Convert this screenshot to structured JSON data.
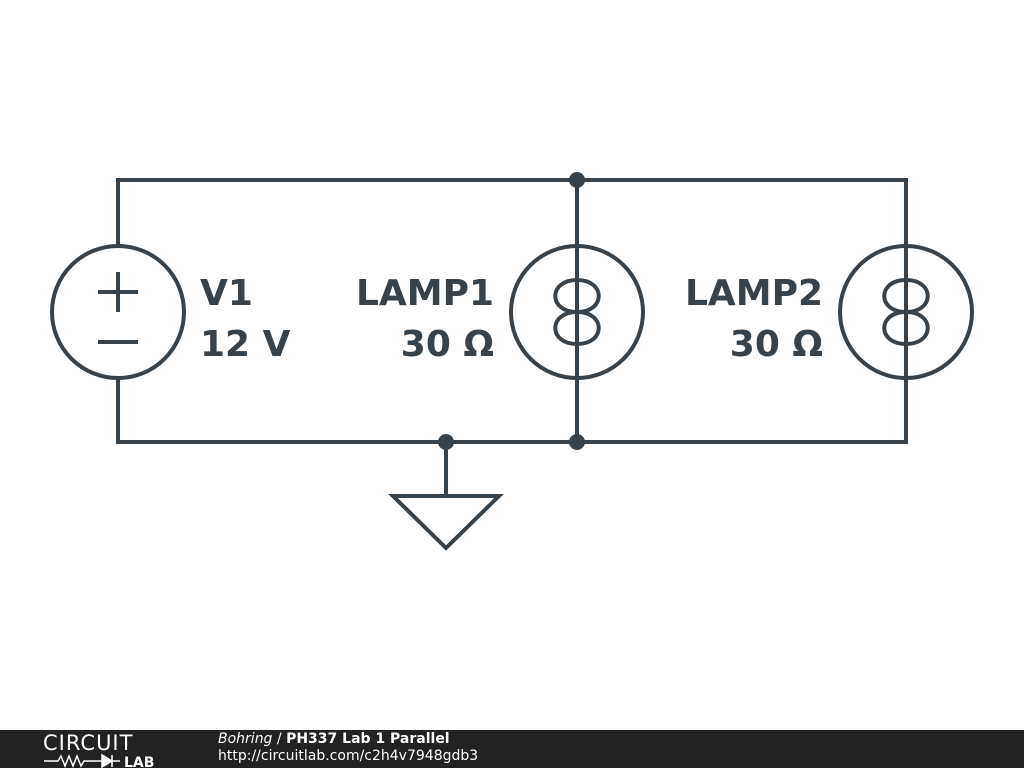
{
  "source": {
    "name": "V1",
    "value": "12 V",
    "plus_symbol": "+",
    "minus_symbol": "−"
  },
  "lamps": [
    {
      "name": "LAMP1",
      "value": "30 Ω"
    },
    {
      "name": "LAMP2",
      "value": "30 Ω"
    }
  ],
  "footer": {
    "logo_top": "CIRCUIT",
    "logo_bottom": "LAB",
    "author": "Bohring",
    "separator": " / ",
    "title": "PH337 Lab 1 Parallel",
    "url": "http://circuitlab.com/c2h4v7948gdb3"
  },
  "colors": {
    "ink": "#37424a",
    "footer_bg": "#222222",
    "footer_text": "#ffffff"
  }
}
